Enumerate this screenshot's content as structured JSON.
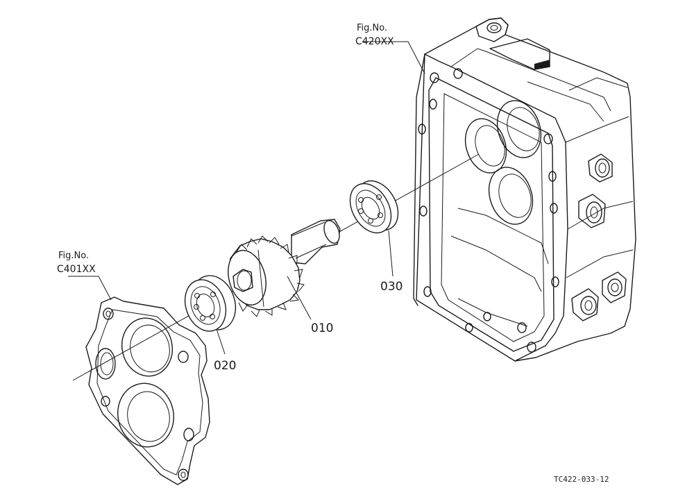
{
  "callouts": {
    "housing_fig_label": "Fig.No.",
    "housing_fig_code": "C420XX",
    "cover_fig_label": "Fig.No.",
    "cover_fig_code": "C401XX",
    "part_010": "010",
    "part_020": "020",
    "part_030": "030"
  },
  "drawing_code": "TC422-033-12"
}
